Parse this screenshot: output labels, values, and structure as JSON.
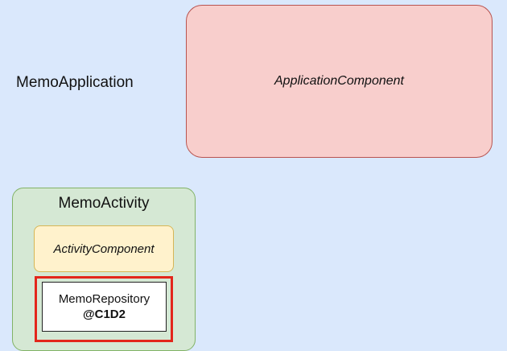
{
  "application": {
    "label": "MemoApplication",
    "component_label": "ApplicationComponent"
  },
  "activity": {
    "label": "MemoActivity",
    "component_label": "ActivityComponent",
    "repository": {
      "name": "MemoRepository",
      "scope": "@C1D2"
    }
  },
  "colors": {
    "background": "#dae8fc",
    "application_component_fill": "#f8cecc",
    "application_component_stroke": "#b85450",
    "activity_fill": "#d5e8d4",
    "activity_stroke": "#82b366",
    "activity_component_fill": "#fff2cc",
    "activity_component_stroke": "#d6b656",
    "highlight": "#e3261b"
  }
}
